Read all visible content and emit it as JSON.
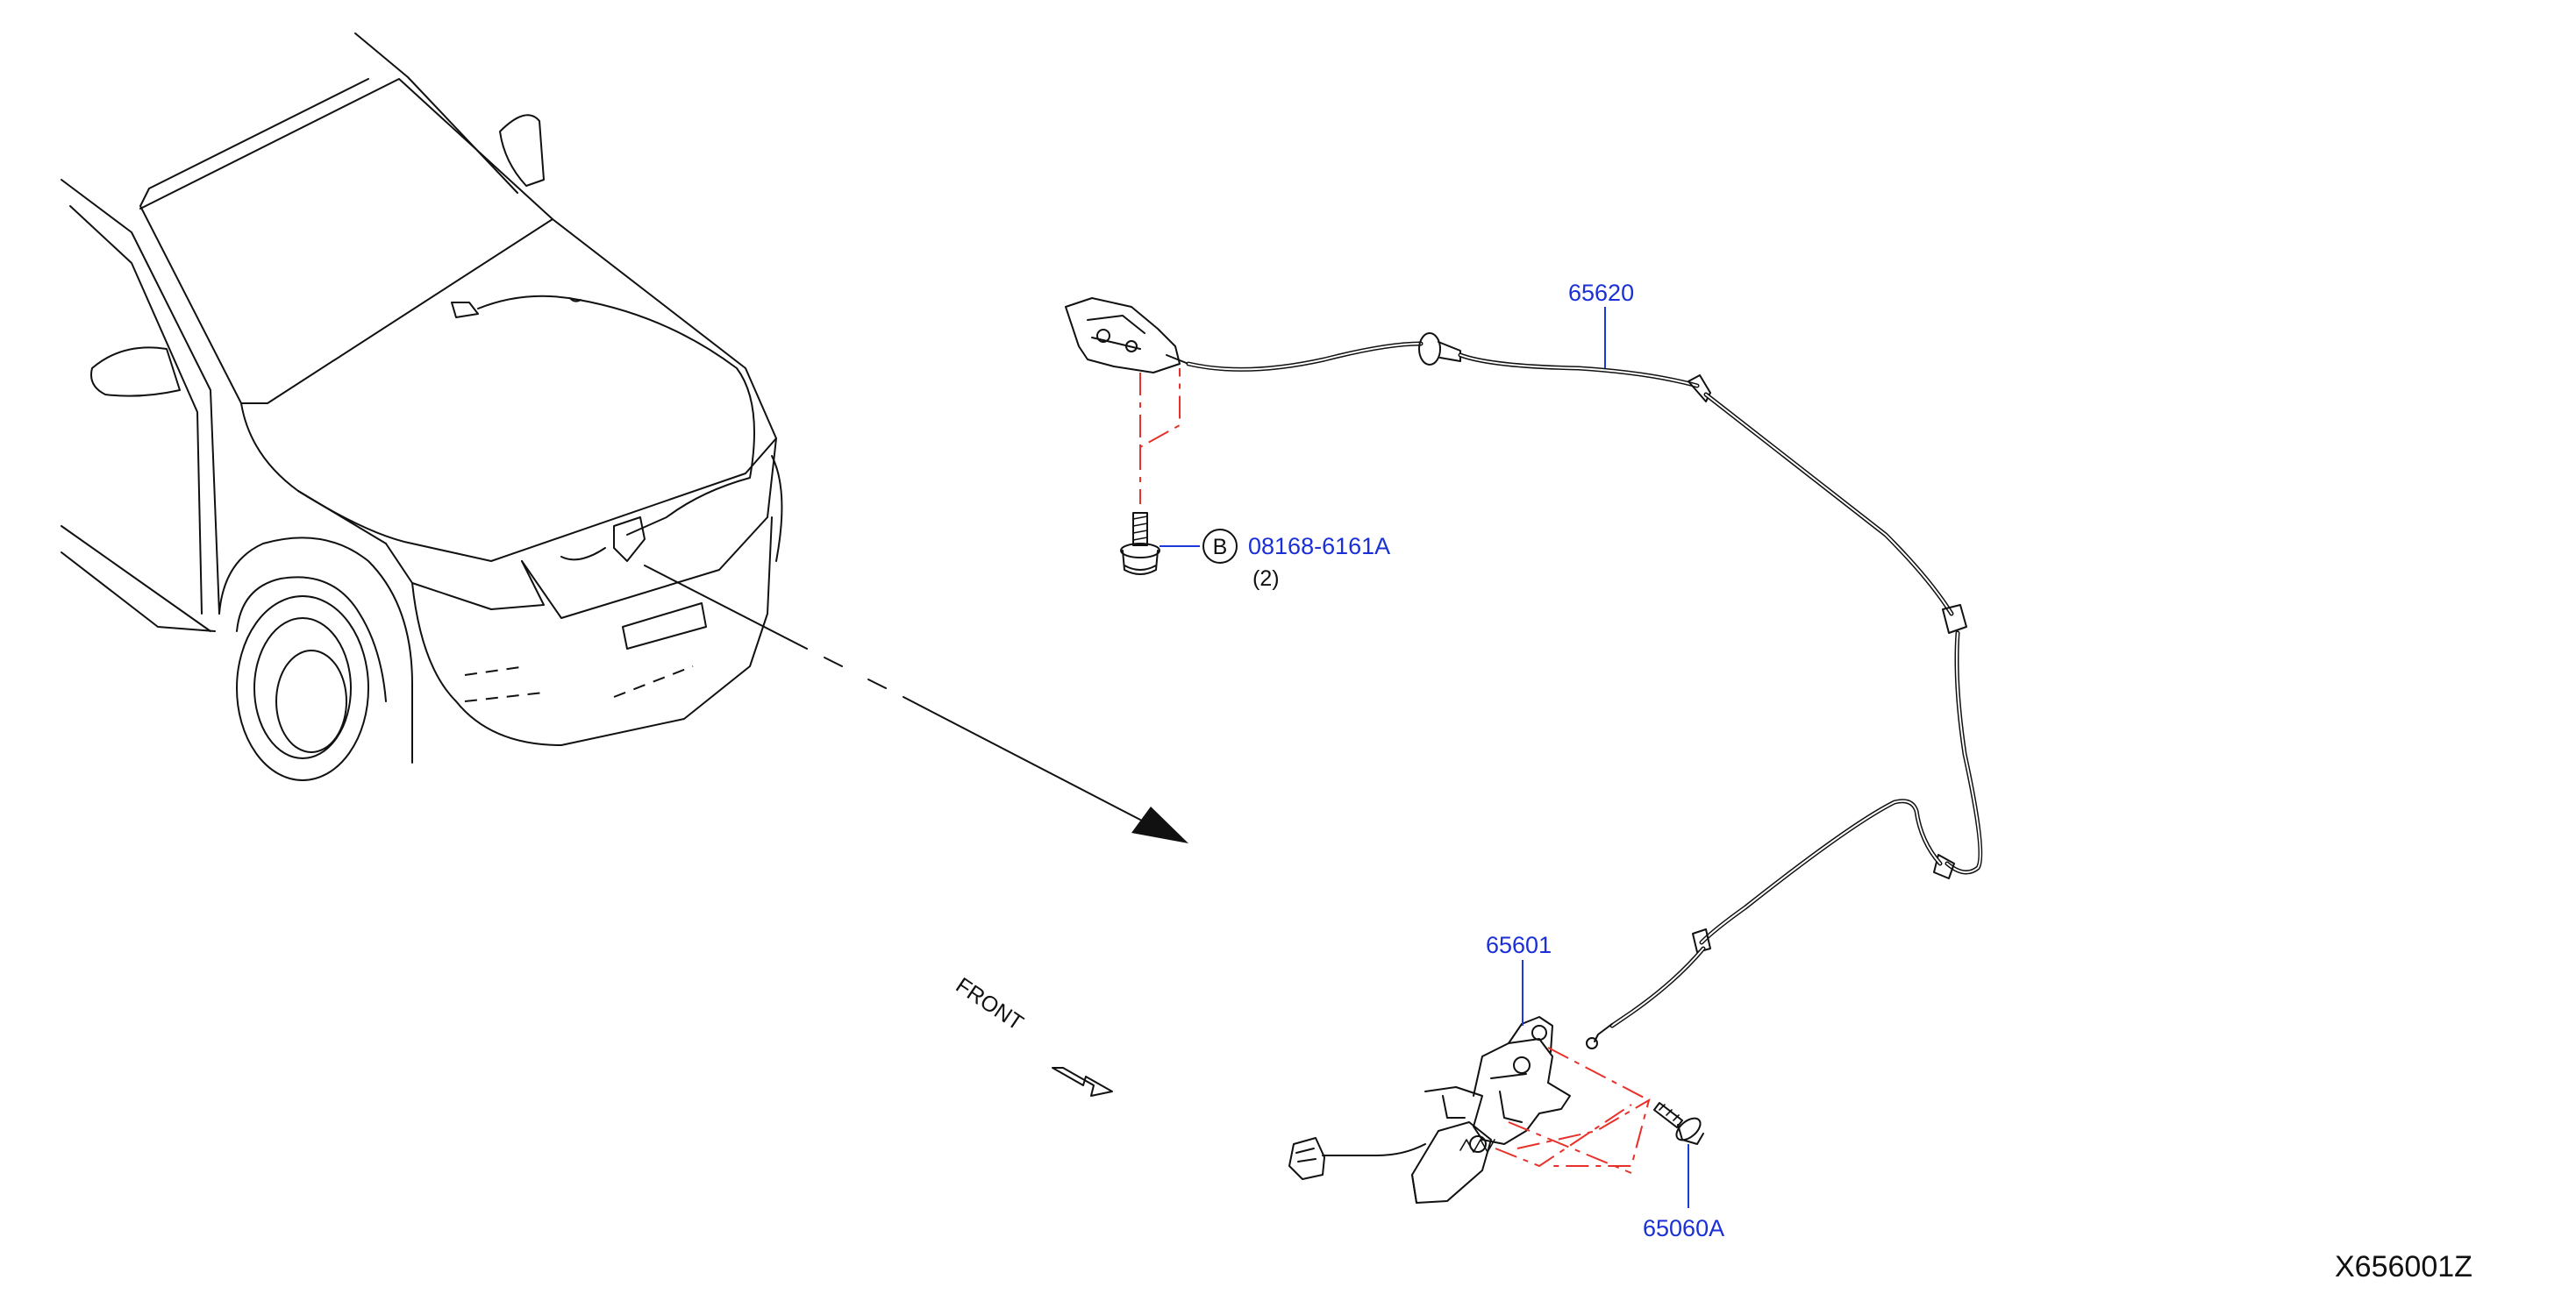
{
  "parts": {
    "hood_lock_cable": "65620",
    "bolt_b": "08168-6161A",
    "bolt_b_qty": "(2)",
    "bolt_b_symbol": "B",
    "hood_lock": "65601",
    "bolt_lock": "65060A"
  },
  "direction_label": "FRONT",
  "illustration_code": "X656001Z",
  "colors": {
    "part_number": "#1a2fd6",
    "leader": "#1a3ad9",
    "alignment_line": "#e8312a",
    "linework": "#111111"
  }
}
